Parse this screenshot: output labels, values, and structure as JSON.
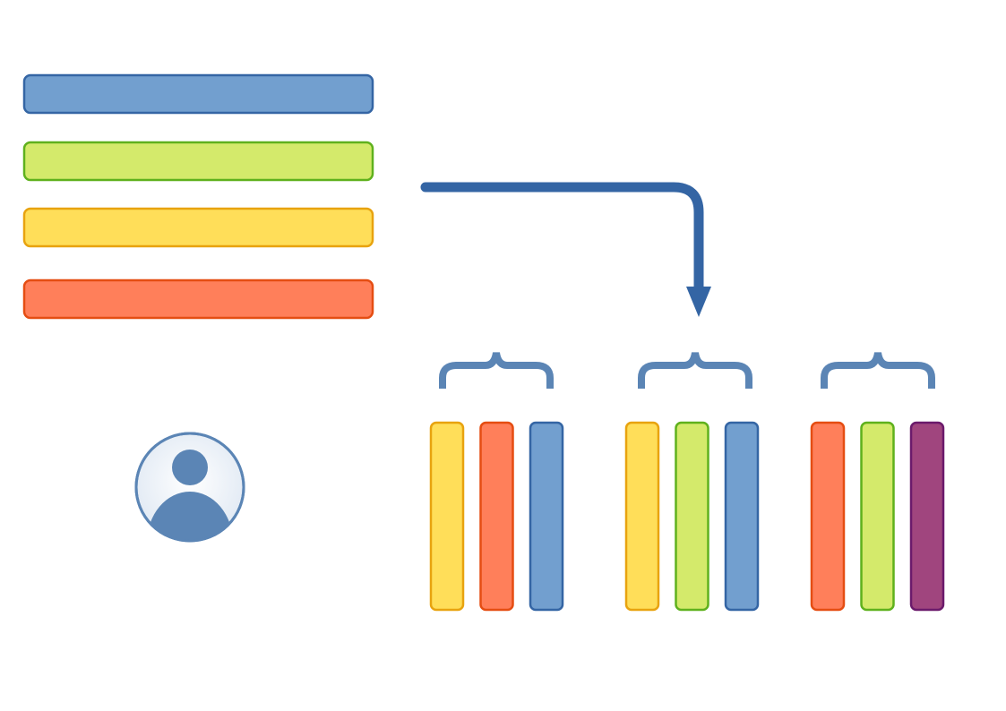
{
  "colors": {
    "blue": {
      "fill": "#729fcf",
      "stroke": "#3465a4"
    },
    "green": {
      "fill": "#d4ea6b",
      "stroke": "#5fb11d"
    },
    "yellow": {
      "fill": "#ffde59",
      "stroke": "#e8a30f"
    },
    "orange": {
      "fill": "#ff7f5a",
      "stroke": "#e54d12"
    },
    "purple": {
      "fill": "#a0457e",
      "stroke": "#6b1a6b"
    },
    "arrow": "#3465a4",
    "brace": "#5b85b5",
    "avatar": "#5b85b5"
  },
  "source_stack": [
    "blue",
    "green",
    "yellow",
    "orange"
  ],
  "groups": [
    {
      "items": [
        "yellow",
        "orange",
        "blue"
      ]
    },
    {
      "items": [
        "yellow",
        "green",
        "blue"
      ]
    },
    {
      "items": [
        "orange",
        "green",
        "purple"
      ]
    }
  ],
  "icons": {
    "user": "user-avatar-icon",
    "arrow": "flow-arrow-icon",
    "brace": "curly-brace-icon"
  }
}
